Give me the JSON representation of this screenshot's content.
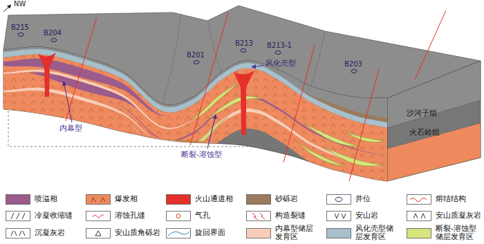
{
  "diagram": {
    "labels": [
      "NW",
      "B215",
      "B204",
      "B201",
      "B213",
      "B213-1",
      "风化壳型",
      "B203",
      "内幕型",
      "断裂-溶蚀型",
      "沙河子组",
      "火石岭组"
    ],
    "legend": [
      {
        "text": "喷溢相",
        "color": "#9b5b8c"
      },
      {
        "text": "爆发相",
        "color": "#ee8a5e"
      },
      {
        "text": "火山通道相",
        "color": "#e3302a"
      },
      {
        "text": "砂砾岩",
        "color": "#9b7b5b"
      },
      {
        "text": "井位"
      },
      {
        "text": "熔结结构"
      },
      {
        "text": "冷凝收缩缝"
      },
      {
        "text": "溶蚀孔缝"
      },
      {
        "text": "气孔"
      },
      {
        "text": "构造裂缝"
      },
      {
        "text": "安山岩"
      },
      {
        "text": "安山质凝灰岩"
      },
      {
        "text": "沉凝灰岩"
      },
      {
        "text": "安山质角砾岩"
      },
      {
        "text": "旋回界面"
      },
      {
        "text": "内幕型储层发育区",
        "color": "#f8cdb8"
      },
      {
        "text": "风化壳型储层发育区",
        "color": "#a8c0cb"
      },
      {
        "text": "断裂-溶蚀型储层发育区",
        "color": "#d8e47e"
      }
    ]
  }
}
